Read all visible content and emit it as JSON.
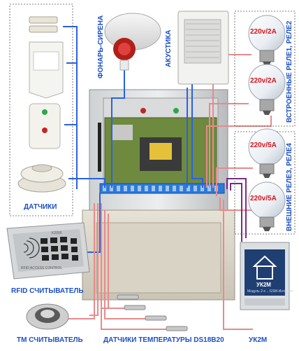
{
  "labels": {
    "sensors": "ДАТЧИКИ",
    "siren": "ФОНАРЬ-СИРЕНА",
    "speaker": "АКУСТИКА",
    "builtin_relays": "ВСТРОЕННЫЕ РЕЛЕ1, РЕЛЕ2",
    "external_relays": "ВНЕШНИЕ РЕЛЕ3, РЕЛЕ4",
    "rfid_reader": "RFID СЧИТЫВАТЕЛЬ",
    "tm_reader": "ТМ СЧИТЫВАТЕЛЬ",
    "temp_sensors": "ДАТЧИКИ ТЕМПЕРАТУРЫ DS18B20",
    "uk2m": "УК2М"
  },
  "bulbs": [
    "220v/2A",
    "220v/2A",
    "220v/5A",
    "220v/5A"
  ],
  "uk2m_module": {
    "title": "УК2М",
    "subtitle": "Модуль 2-х .. GSM-Интернет"
  },
  "rfid_device": {
    "brand": "K2000",
    "caption": "RFID ACCESS CONTROL"
  },
  "colors": {
    "label_blue": "#1a4fc7",
    "wire_blue": "#2a62e0",
    "wire_pink": "#e88a8a",
    "wire_purple": "#7a2a8a",
    "bulb_text": "#d8121c"
  }
}
